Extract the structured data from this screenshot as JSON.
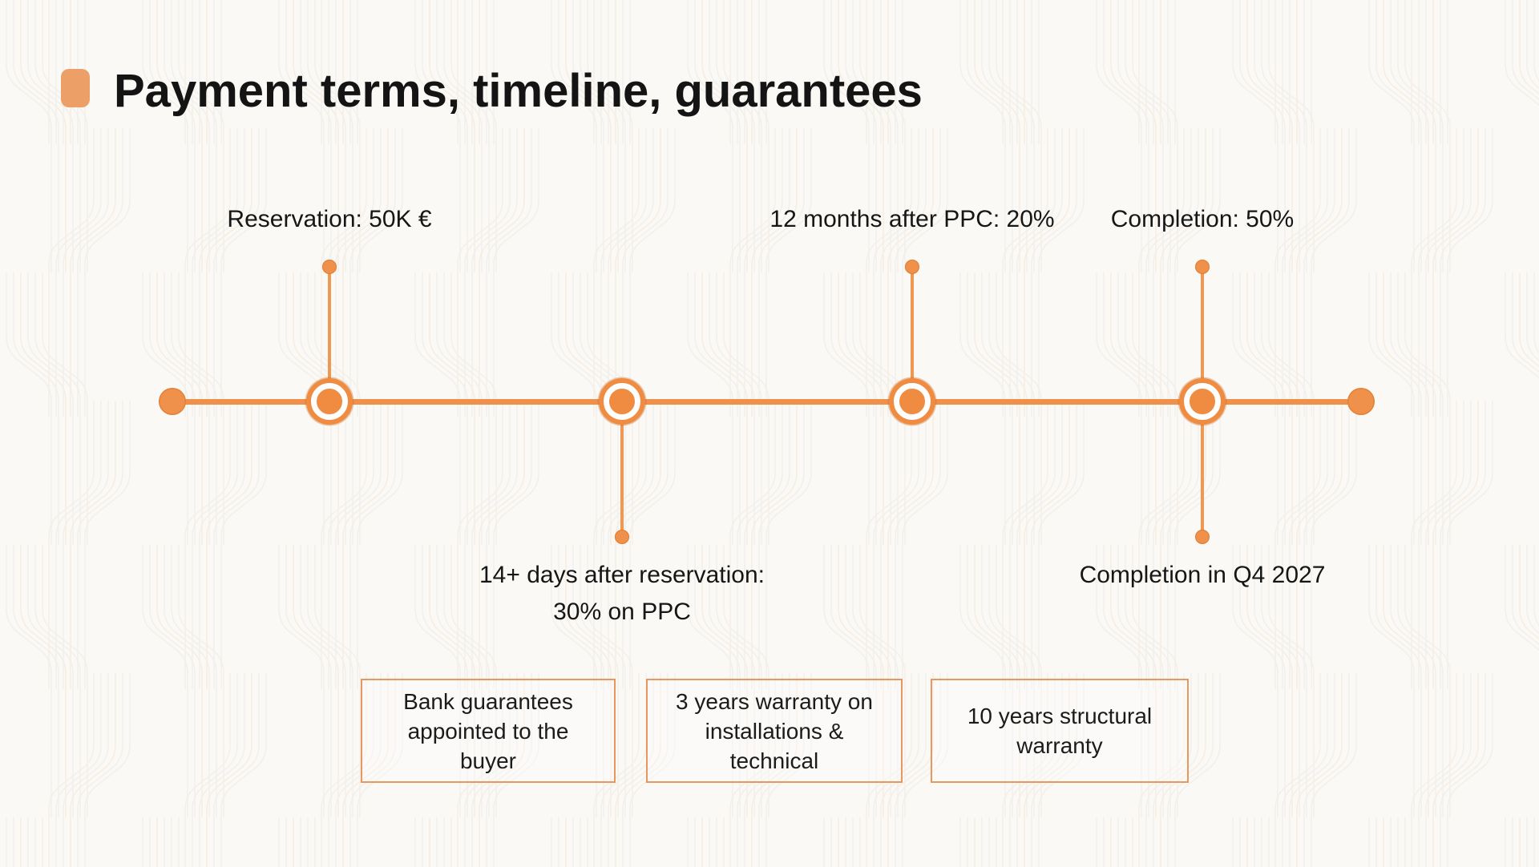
{
  "title": {
    "text": "Payment terms, timeline, guarantees"
  },
  "timeline": {
    "milestones": [
      {
        "above": "Reservation: 50K €",
        "below": ""
      },
      {
        "above": "",
        "below": "14+ days after reservation:\n30% on PPC"
      },
      {
        "above": "12 months after PPC: 20%",
        "below": ""
      },
      {
        "above": "Completion: 50%",
        "below": "Completion in Q4 2027"
      }
    ]
  },
  "guarantees": [
    {
      "text": "Bank guarantees\nappointed to the\nbuyer"
    },
    {
      "text": "3 years warranty on\ninstallations &\ntechnical"
    },
    {
      "text": "10 years structural\nwarranty"
    }
  ],
  "colors": {
    "accent": "#f0914b",
    "node_fill": "#f08c42",
    "title_bullet": "#eca068",
    "box_border": "#e8985f",
    "background": "#faf9f6",
    "text": "#141414"
  }
}
